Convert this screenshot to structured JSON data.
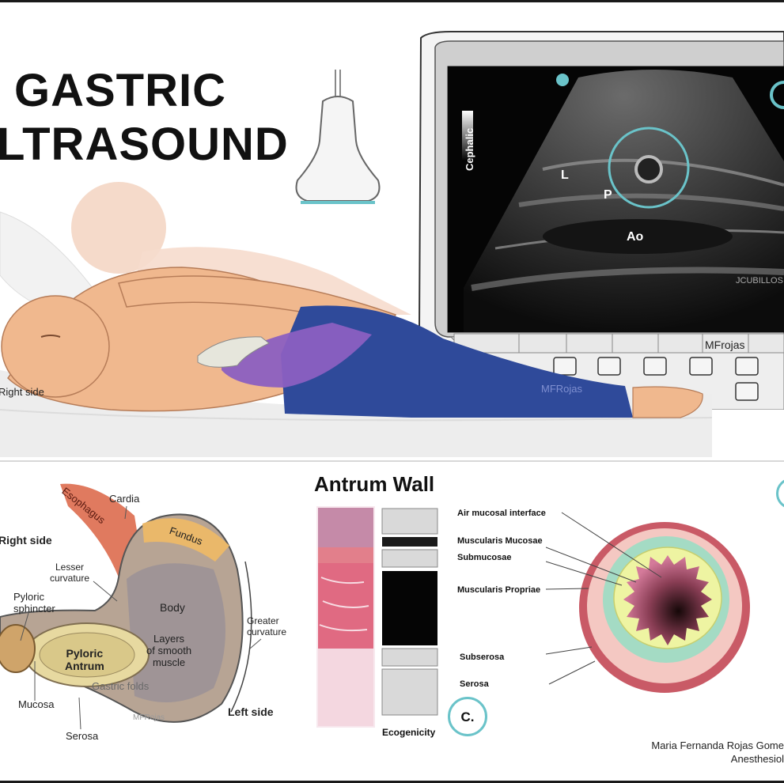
{
  "header": {
    "title_line1": "GASTRIC",
    "title_line2": "LTRASOUND"
  },
  "scene": {
    "side_label": "Right side",
    "watermark_body": "MFRojas",
    "monitor_brand": "MFrojas"
  },
  "ultrasound": {
    "orientation": "Cephalic",
    "label_liver": "L",
    "label_pancreas": "P",
    "label_aorta": "Ao",
    "watermark": "JCUBILLOS"
  },
  "stomach": {
    "right_side": "Right side",
    "left_side": "Left side",
    "esophagus": "Esophagus",
    "cardia": "Cardia",
    "fundus": "Fundus",
    "lesser_curvature": "Lesser\ncurvature",
    "body": "Body",
    "greater_curvature": "Greater\ncurvature",
    "pyloric_sphincter": "Pyloric\nsphincter",
    "layers": "Layers\nof smooth\nmuscle",
    "pyloric_antrum": "Pyloric\nAntrum",
    "gastric_folds": "Gastric folds",
    "mucosa": "Mucosa",
    "serosa": "Serosa",
    "watermark": "MFRojas"
  },
  "antrum": {
    "title": "Antrum Wall",
    "layers": [
      "Air mucosal interface",
      "Muscularis Mucosae",
      "Submucosae",
      "Muscularis Propriae",
      "Subserosa",
      "Serosa"
    ],
    "ecogenicity_label": "Ecogenicity",
    "panel_badge": "C."
  },
  "credits": {
    "author": "Maria Fernanda Rojas Gome",
    "role": "Anesthesiol"
  },
  "colors": {
    "accent_teal": "#6ac3c9",
    "skin": "#f0b88e",
    "pants": "#2f4a9a",
    "glove": "#8b5fc1"
  }
}
